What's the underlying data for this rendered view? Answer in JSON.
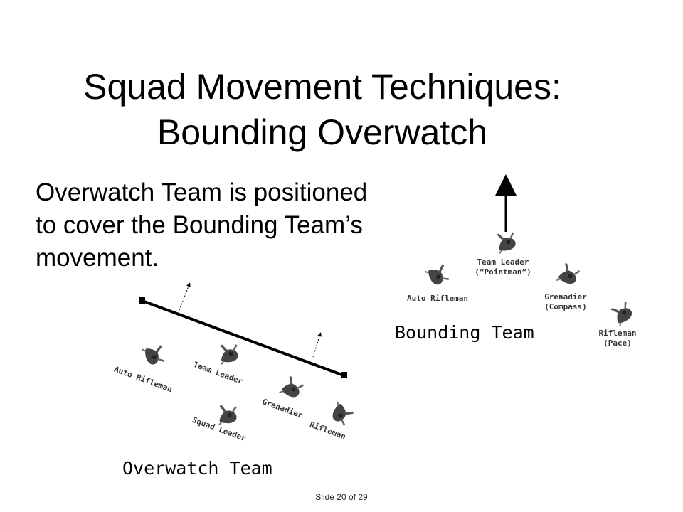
{
  "title_line1": "Squad Movement Techniques:",
  "title_line2": "Bounding Overwatch",
  "subtitle_line1": "Overwatch Team is positioned",
  "subtitle_line2": "to cover the Bounding Team’s",
  "subtitle_line3": "movement.",
  "bounding_team": {
    "label": "Bounding Team",
    "team_leader": "Team Leader",
    "team_leader_role": "(“Pointman”)",
    "auto_rifleman": "Auto Rifleman",
    "grenadier": "Grenadier",
    "grenadier_role": "(Compass)",
    "rifleman": "Rifleman",
    "rifleman_role": "(Pace)"
  },
  "overwatch_team": {
    "label": "Overwatch Team",
    "auto_rifleman": "Auto Rifleman",
    "team_leader": "Team Leader",
    "grenadier": "Grenadier",
    "squad_leader": "Squad Leader",
    "rifleman": "Rifleman"
  },
  "slide_number": "Slide 20 of 29"
}
